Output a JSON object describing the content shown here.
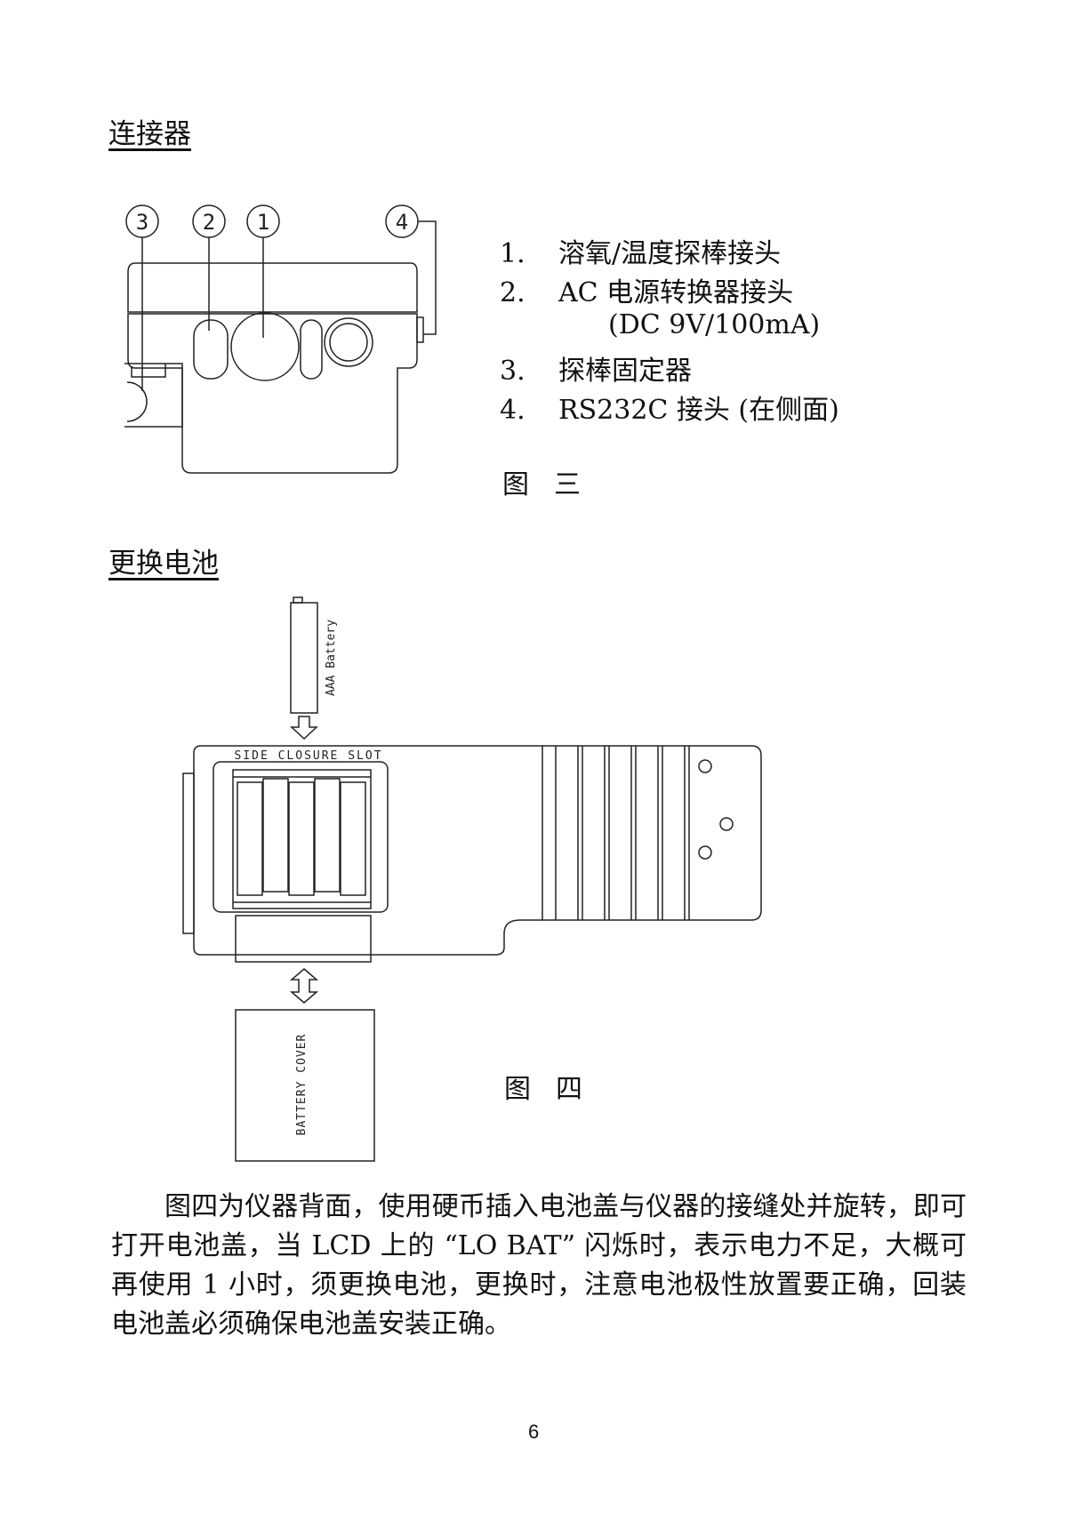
{
  "section1": {
    "heading": "连接器",
    "callouts": [
      "3",
      "2",
      "1",
      "4"
    ],
    "items": [
      {
        "num": "1.",
        "text": "溶氧/温度探棒接头"
      },
      {
        "num": "2.",
        "text": "AC 电源转换器接头"
      },
      {
        "num": "",
        "text": "(DC 9V/100mA)"
      },
      {
        "num": "3.",
        "text": "探棒固定器"
      },
      {
        "num": "4.",
        "text": "RS232C 接头 (在侧面)"
      }
    ],
    "figure_label": "图三"
  },
  "section2": {
    "heading": "更换电池",
    "battery_label": "AAA Battery",
    "slot_label": "SIDE CLOSURE SLOT",
    "cover_label": "BATTERY COVER",
    "figure_label": "图四",
    "paragraph": "图四为仪器背面，使用硬币插入电池盖与仪器的接缝处并旋转，即可打开电池盖，当 LCD 上的 “LO BAT” 闪烁时，表示电力不足，大概可再使用 1 小时，须更换电池，更换时，注意电池极性放置要正确，回装电池盖必须确保电池盖安装正确。"
  },
  "page_number": "6"
}
